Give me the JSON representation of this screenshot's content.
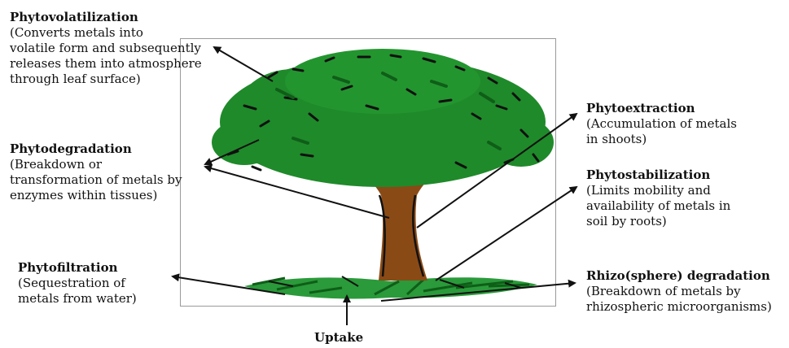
{
  "labels": {
    "phytovolatilization": {
      "title": "Phytovolatilization",
      "desc": [
        "(Converts metals into",
        "volatile form and subsequently",
        "releases them into atmosphere",
        "through leaf surface)"
      ]
    },
    "phytodegradation": {
      "title": "Phytodegradation",
      "desc": [
        "(Breakdown or",
        "transformation of metals by",
        "enzymes within tissues)"
      ]
    },
    "phytofiltration": {
      "title": "Phytofiltration",
      "desc": [
        "(Sequestration of",
        "metals from water)"
      ]
    },
    "phytoextraction": {
      "title": "Phytoextraction",
      "desc": [
        "(Accumulation of metals",
        "in shoots)"
      ]
    },
    "phytostabilization": {
      "title": "Phytostabilization",
      "desc": [
        "(Limits mobility and",
        "availability of metals in",
        "soil by roots)"
      ]
    },
    "rhizodegradation": {
      "title": "Rhizo(sphere) degradation",
      "desc": [
        "(Breakdown of metals by",
        "rhizospheric microorganisms)"
      ]
    },
    "uptake": {
      "title": "Uptake"
    }
  },
  "colors": {
    "foliage": "#1f8a2a",
    "foliage_dark": "#0f5e18",
    "trunk": "#8a4a16",
    "outline": "#111111",
    "roots": "#2a9a3a"
  }
}
